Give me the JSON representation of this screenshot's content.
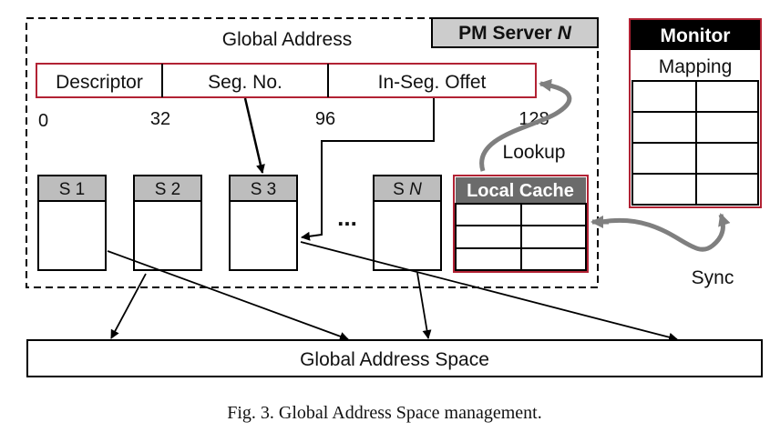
{
  "server": {
    "title": "Global Address",
    "tag_prefix": "PM Server ",
    "tag_suffix": "N"
  },
  "address_fields": [
    {
      "label": "Descriptor"
    },
    {
      "label": "Seg. No."
    },
    {
      "label": "In-Seg. Offet"
    }
  ],
  "bit_positions": [
    "0",
    "32",
    "96",
    "128"
  ],
  "segments": [
    {
      "label": "S 1"
    },
    {
      "label": "S 2"
    },
    {
      "label": "S 3"
    }
  ],
  "segment_n": {
    "prefix": "S ",
    "suffix": "N"
  },
  "ellipsis": "...",
  "local_cache": {
    "title": "Local Cache"
  },
  "monitor": {
    "title": "Monitor",
    "subtitle": "Mapping"
  },
  "lookup_label": "Lookup",
  "sync_label": "Sync",
  "global_space_label": "Global Address Space",
  "caption": "Fig. 3.  Global Address Space management.",
  "colors": {
    "crimson": "#b22234",
    "segment_header": "#bdbdbd",
    "cache_header": "#6b6b6b",
    "monitor_header": "#000000",
    "server_tag": "#cccccc",
    "curve": "#7f7f7f"
  }
}
